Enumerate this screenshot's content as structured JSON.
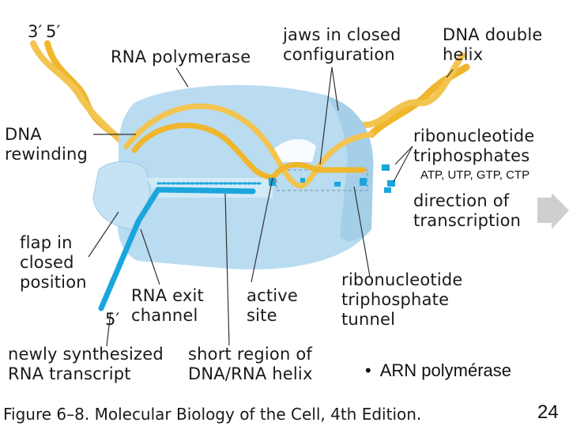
{
  "labels": {
    "three_prime": "3′",
    "five_prime_top": "5′",
    "rna_polymerase": "RNA polymerase",
    "jaws": "jaws in closed\nconfiguration",
    "dna_helix": "DNA double\nhelix",
    "dna_rewinding": "DNA\nrewinding",
    "ribo_triphos": "ribonucleotide\ntriphosphates",
    "atp_list": "ATP, UTP, GTP, CTP",
    "direction": "direction of\ntranscription",
    "flap": "flap in\nclosed\nposition",
    "rna_exit": "RNA exit\nchannel",
    "five_prime_bottom": "5′",
    "active_site": "active\nsite",
    "tunnel": "ribonucleotide\ntriphosphate\ntunnel",
    "newly": "newly synthesized\nRNA transcript",
    "short_region": "short region of\nDNA/RNA helix"
  },
  "bullet": "•  ARN polymérase",
  "caption": "Figure 6–8. Molecular Biology of the Cell, 4th Edition.",
  "page_number": "24",
  "colors": {
    "protein": "#b9dcf1",
    "protein_shadow": "#9ec9e6",
    "dna": "#f0b62c",
    "rna": "#1aa6dd",
    "arrow": "#cfcfcf"
  }
}
